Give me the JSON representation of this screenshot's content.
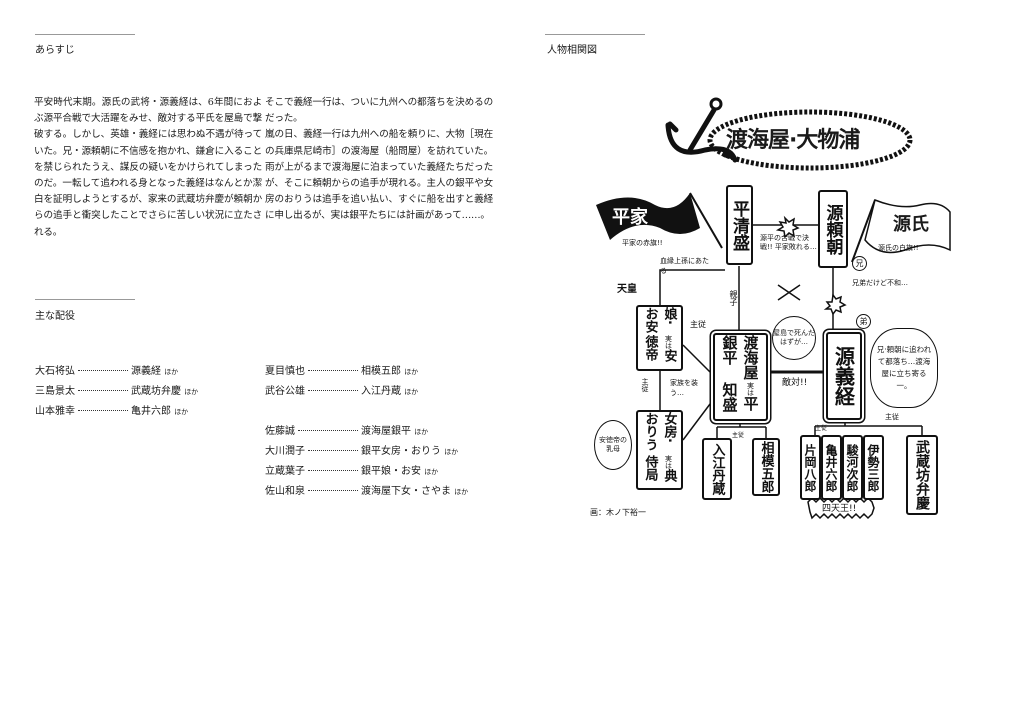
{
  "synopsis": {
    "heading": "あらすじ",
    "col1": "平安時代末期。源氏の武将・源義経は、6年間におよぶ源平合戦で大活躍をみせ、敵対する平氏を屋島で撃破する。しかし、英雄・義経には思わぬ不遇が待っていた。兄・源頼朝に不信感を抱かれ、鎌倉に入ることを禁じられたうえ、謀反の疑いをかけられてしまったのだ。一転して追われる身となった義経はなんとか潔白を証明しようとするが、家来の武蔵坊弁慶が頼朝からの追手と衝突したことでさらに苦しい状況に立たされる。",
    "col2a": "そこで義経一行は、ついに九州への都落ちを決めるのだった。",
    "col2b": "嵐の日、義経一行は九州への船を頼りに、大物［現在の兵庫県尼崎市］の渡海屋（船問屋）を訪れていた。雨が上がるまで渡海屋に泊まっていた義経たちだったが、そこに頼朝からの追手が現れる。主人の銀平や女房のおりうは追手を追い払い、すぐに船を出すと義経に申し出るが、実は銀平たちには計画があって……。"
  },
  "cast": {
    "heading": "主な配役",
    "suffix": "ほか",
    "left": [
      {
        "actor": "大石将弘",
        "role": "源義経"
      },
      {
        "actor": "三島景太",
        "role": "武蔵坊弁慶"
      },
      {
        "actor": "山本雅幸",
        "role": "亀井六郎"
      }
    ],
    "right_top": [
      {
        "actor": "夏目慎也",
        "role": "相模五郎"
      },
      {
        "actor": "武谷公雄",
        "role": "入江丹蔵"
      }
    ],
    "right_bottom": [
      {
        "actor": "佐藤誠",
        "role": "渡海屋銀平"
      },
      {
        "actor": "大川潤子",
        "role": "銀平女房・おりう"
      },
      {
        "actor": "立蔵葉子",
        "role": "銀平娘・お安"
      },
      {
        "actor": "佐山和泉",
        "role": "渡海屋下女・さやま"
      }
    ]
  },
  "diagram": {
    "heading": "人物相関図",
    "title": "渡海屋·大物浦",
    "heike_flag": "平家",
    "heike_caption": "平家の赤旗!!",
    "genji_flag": "源氏",
    "genji_caption": "源氏の白旗!!",
    "kiyomori": "平清盛",
    "yoritomo": "源頼朝",
    "battle_note": "源平の合戦で決戦!! 平家敗れる…",
    "brother_old": "兄",
    "brothers_note": "兄弟だけど不和…",
    "blood_note": "血縁上孫にあたる",
    "emperor": "天皇",
    "oyasu": "娘·お安",
    "jitsuwa": "実は",
    "antoku": "安徳帝",
    "oyako": "親子",
    "shujuu": "主従",
    "ginpei": "渡海屋銀平",
    "tomomori": "平知盛",
    "yashima_note": "屋島で死んだはずが…",
    "younger": "弟",
    "yoshitsune": "源義経",
    "yoshitsune_note": "兄·頼朝に追われて都落ち…渡海屋に立ち寄る一。",
    "hostile": "敵対!!",
    "family_note": "家族を装う…",
    "oryu": "女房·おりう",
    "suke": "典侍局",
    "nurse_note": "安徳帝の乳母",
    "irie": "入江丹蔵",
    "sagami": "相模五郎",
    "retainers": [
      "片岡八郎",
      "亀井六郎",
      "駿河次郎",
      "伊勢三郎"
    ],
    "shitenno": "四天王!!",
    "benkei": "武蔵坊弁慶",
    "credit": "画：木ノ下裕一"
  }
}
